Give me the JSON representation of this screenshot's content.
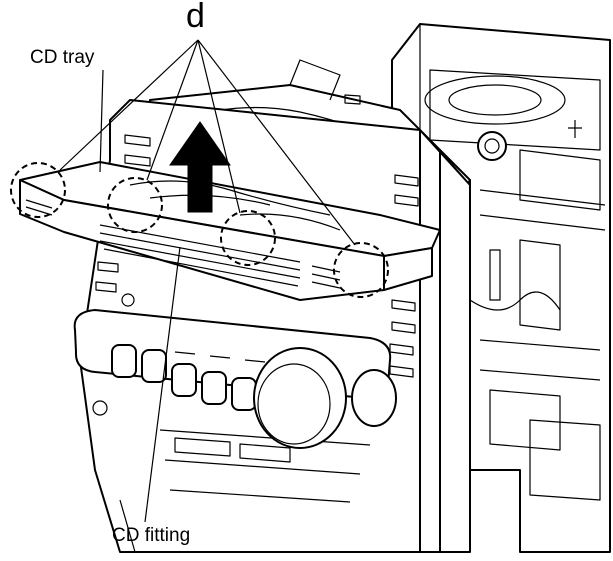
{
  "labels": {
    "callout_letter": "d",
    "cd_tray": "CD tray",
    "cd_fitting": "CD fitting"
  },
  "colors": {
    "line": "#000000",
    "background": "#ffffff"
  },
  "icons": {
    "removal_direction": "up-arrow-icon"
  }
}
